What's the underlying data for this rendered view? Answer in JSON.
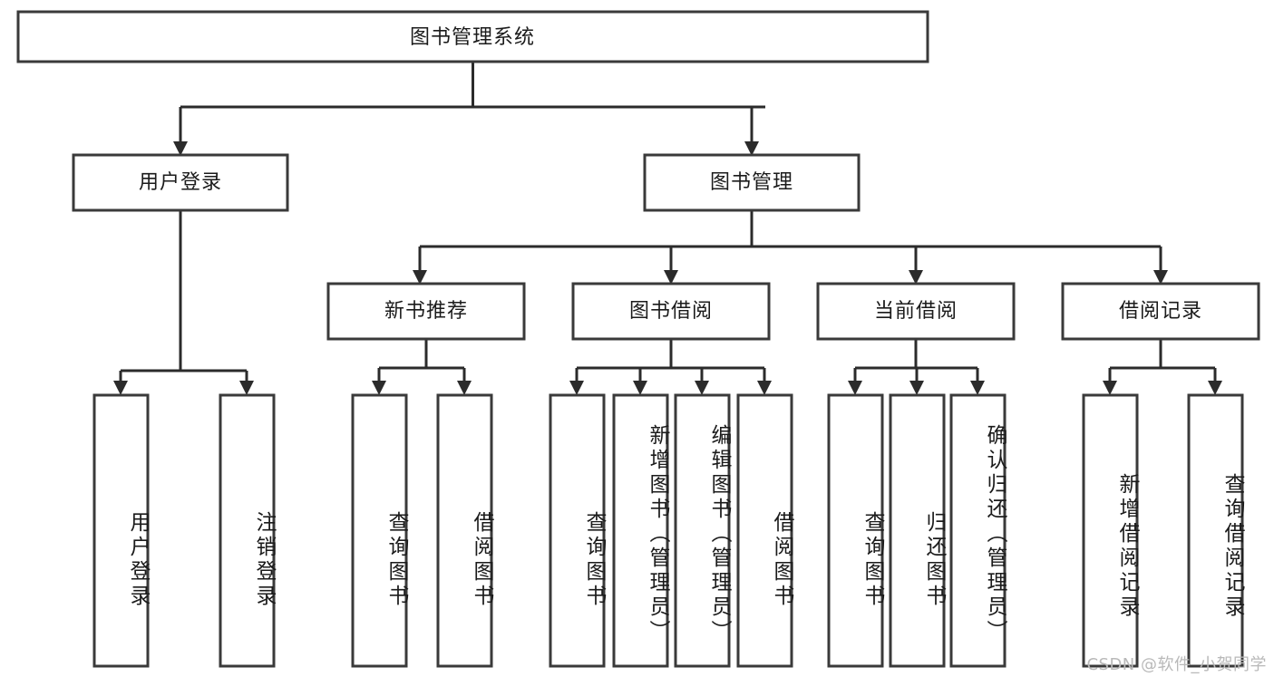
{
  "diagram": {
    "title": "图书管理系统",
    "type": "tree-hierarchy-diagram",
    "colors": {
      "background": "#ffffff",
      "box_border": "#3a3a3a",
      "box_fill": "#ffffff",
      "connector": "#2b2b2b",
      "label_text": "#1b1b1b",
      "watermark_text": "#b9b9b9"
    },
    "levels": {
      "root": {
        "label": "图书管理系统"
      },
      "level2": [
        {
          "id": "user-login",
          "label": "用户登录"
        },
        {
          "id": "book-manage",
          "label": "图书管理"
        }
      ],
      "level3": [
        {
          "id": "new-book-recommend",
          "label": "新书推荐"
        },
        {
          "id": "book-borrow",
          "label": "图书借阅"
        },
        {
          "id": "current-borrow",
          "label": "当前借阅"
        },
        {
          "id": "borrow-record",
          "label": "借阅记录"
        }
      ],
      "level4": {
        "user-login": [
          {
            "id": "leaf-user-login",
            "label": "用户登录"
          },
          {
            "id": "leaf-logout-login",
            "label": "注销登录"
          }
        ],
        "new-book-recommend": [
          {
            "id": "leaf-query-book-1",
            "label": "查询图书"
          },
          {
            "id": "leaf-borrow-book-1",
            "label": "借阅图书"
          }
        ],
        "book-borrow": [
          {
            "id": "leaf-query-book-2",
            "label": "查询图书"
          },
          {
            "id": "leaf-add-book-admin",
            "label": "新增图书（管理员）"
          },
          {
            "id": "leaf-edit-book-admin",
            "label": "编辑图书（管理员）"
          },
          {
            "id": "leaf-borrow-book-2",
            "label": "借阅图书"
          }
        ],
        "current-borrow": [
          {
            "id": "leaf-query-book-3",
            "label": "查询图书"
          },
          {
            "id": "leaf-return-book",
            "label": "归还图书"
          },
          {
            "id": "leaf-confirm-return-admin",
            "label": "确认归还（管理员）"
          }
        ],
        "borrow-record": [
          {
            "id": "leaf-add-borrow-record",
            "label": "新增借阅记录"
          },
          {
            "id": "leaf-query-borrow-record",
            "label": "查询借阅记录"
          }
        ]
      }
    },
    "watermark": "CSDN @软件_小贺同学"
  }
}
